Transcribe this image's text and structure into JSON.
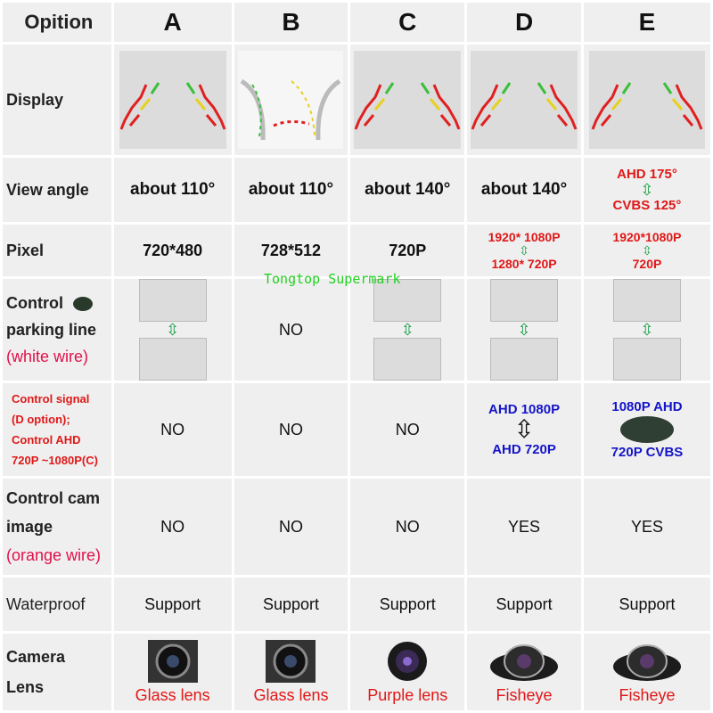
{
  "header": {
    "option": "Opition",
    "cols": [
      "A",
      "B",
      "C",
      "D",
      "E"
    ]
  },
  "rows": {
    "display": {
      "label": "Display"
    },
    "view_angle": {
      "label": "View angle",
      "values": [
        "about 110°",
        "about 110°",
        "about 140°",
        "about 140°"
      ],
      "e_top": "AHD 175°",
      "e_bottom": "CVBS 125°"
    },
    "pixel": {
      "label": "Pixel",
      "values": [
        "720*480",
        "728*512",
        "720P"
      ],
      "d_top": "1920* 1080P",
      "d_bottom": "1280* 720P",
      "e_top": "1920*1080P",
      "e_bottom": "720P"
    },
    "control_line": {
      "label_1": "Control",
      "label_2": "parking line",
      "label_3": "(white wire)",
      "b_value": "NO"
    },
    "control_signal": {
      "lines": [
        "Control signal",
        "(D option);",
        "Control AHD",
        "720P ~1080P(C)"
      ],
      "values": [
        "NO",
        "NO",
        "NO"
      ],
      "d_top": "AHD 1080P",
      "d_bottom": "AHD 720P",
      "e_top": "1080P AHD",
      "e_bottom": "720P CVBS"
    },
    "control_cam": {
      "label_1": "Control cam",
      "label_2": "image",
      "label_3": "(orange wire)",
      "values": [
        "NO",
        "NO",
        "NO",
        "YES",
        "YES"
      ]
    },
    "waterproof": {
      "label": "Waterproof",
      "values": [
        "Support",
        "Support",
        "Support",
        "Support",
        "Support"
      ]
    },
    "lens": {
      "label_1": "Camera",
      "label_2": "Lens",
      "values": [
        "Glass lens",
        "Glass lens",
        "Purple lens",
        "Fisheye",
        "Fisheye"
      ]
    }
  },
  "watermark": "Tongtop Supermark",
  "colors": {
    "cell_bg": "#efefef",
    "red": "#e01818",
    "blue": "#1414c8",
    "green_arrow": "#18a048",
    "watermark": "#22d022"
  }
}
